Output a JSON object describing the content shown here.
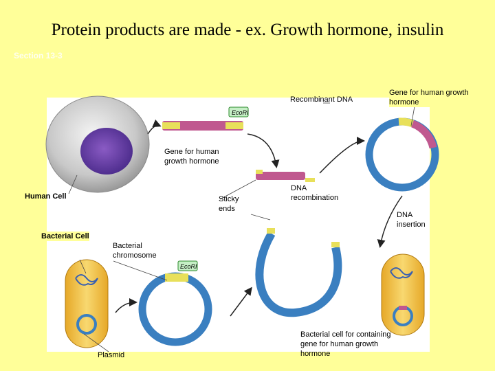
{
  "slide": {
    "title": "Protein products are made - ex. Growth hormone, insulin",
    "section": "Section 13-3"
  },
  "labels": {
    "recombinant_dna": "Recombinant DNA",
    "gene_for_human_growth_hormone_top": "Gene for human growth hormone",
    "eco_ri_top": "EcoRI",
    "gene_for_human_growth_hormone": "Gene for human growth hormone",
    "human_cell": "Human Cell",
    "sticky_ends": "Sticky ends",
    "dna_recombination": "DNA recombination",
    "dna_insertion": "DNA insertion",
    "bacterial_cell": "Bacterial Cell",
    "bacterial_chromosome": "Bacterial chromosome",
    "eco_ri_bottom": "EcoRI",
    "plasmid": "Plasmid",
    "bacterial_cell_result": "Bacterial cell for containing gene for human growth hormone"
  },
  "colors": {
    "background": "#ffff99",
    "dna_pink": "#c0588f",
    "plasmid_blue": "#3a7fc0",
    "sticky_yellow": "#e8e05a",
    "bacterium_yellow": "#f0c040"
  }
}
